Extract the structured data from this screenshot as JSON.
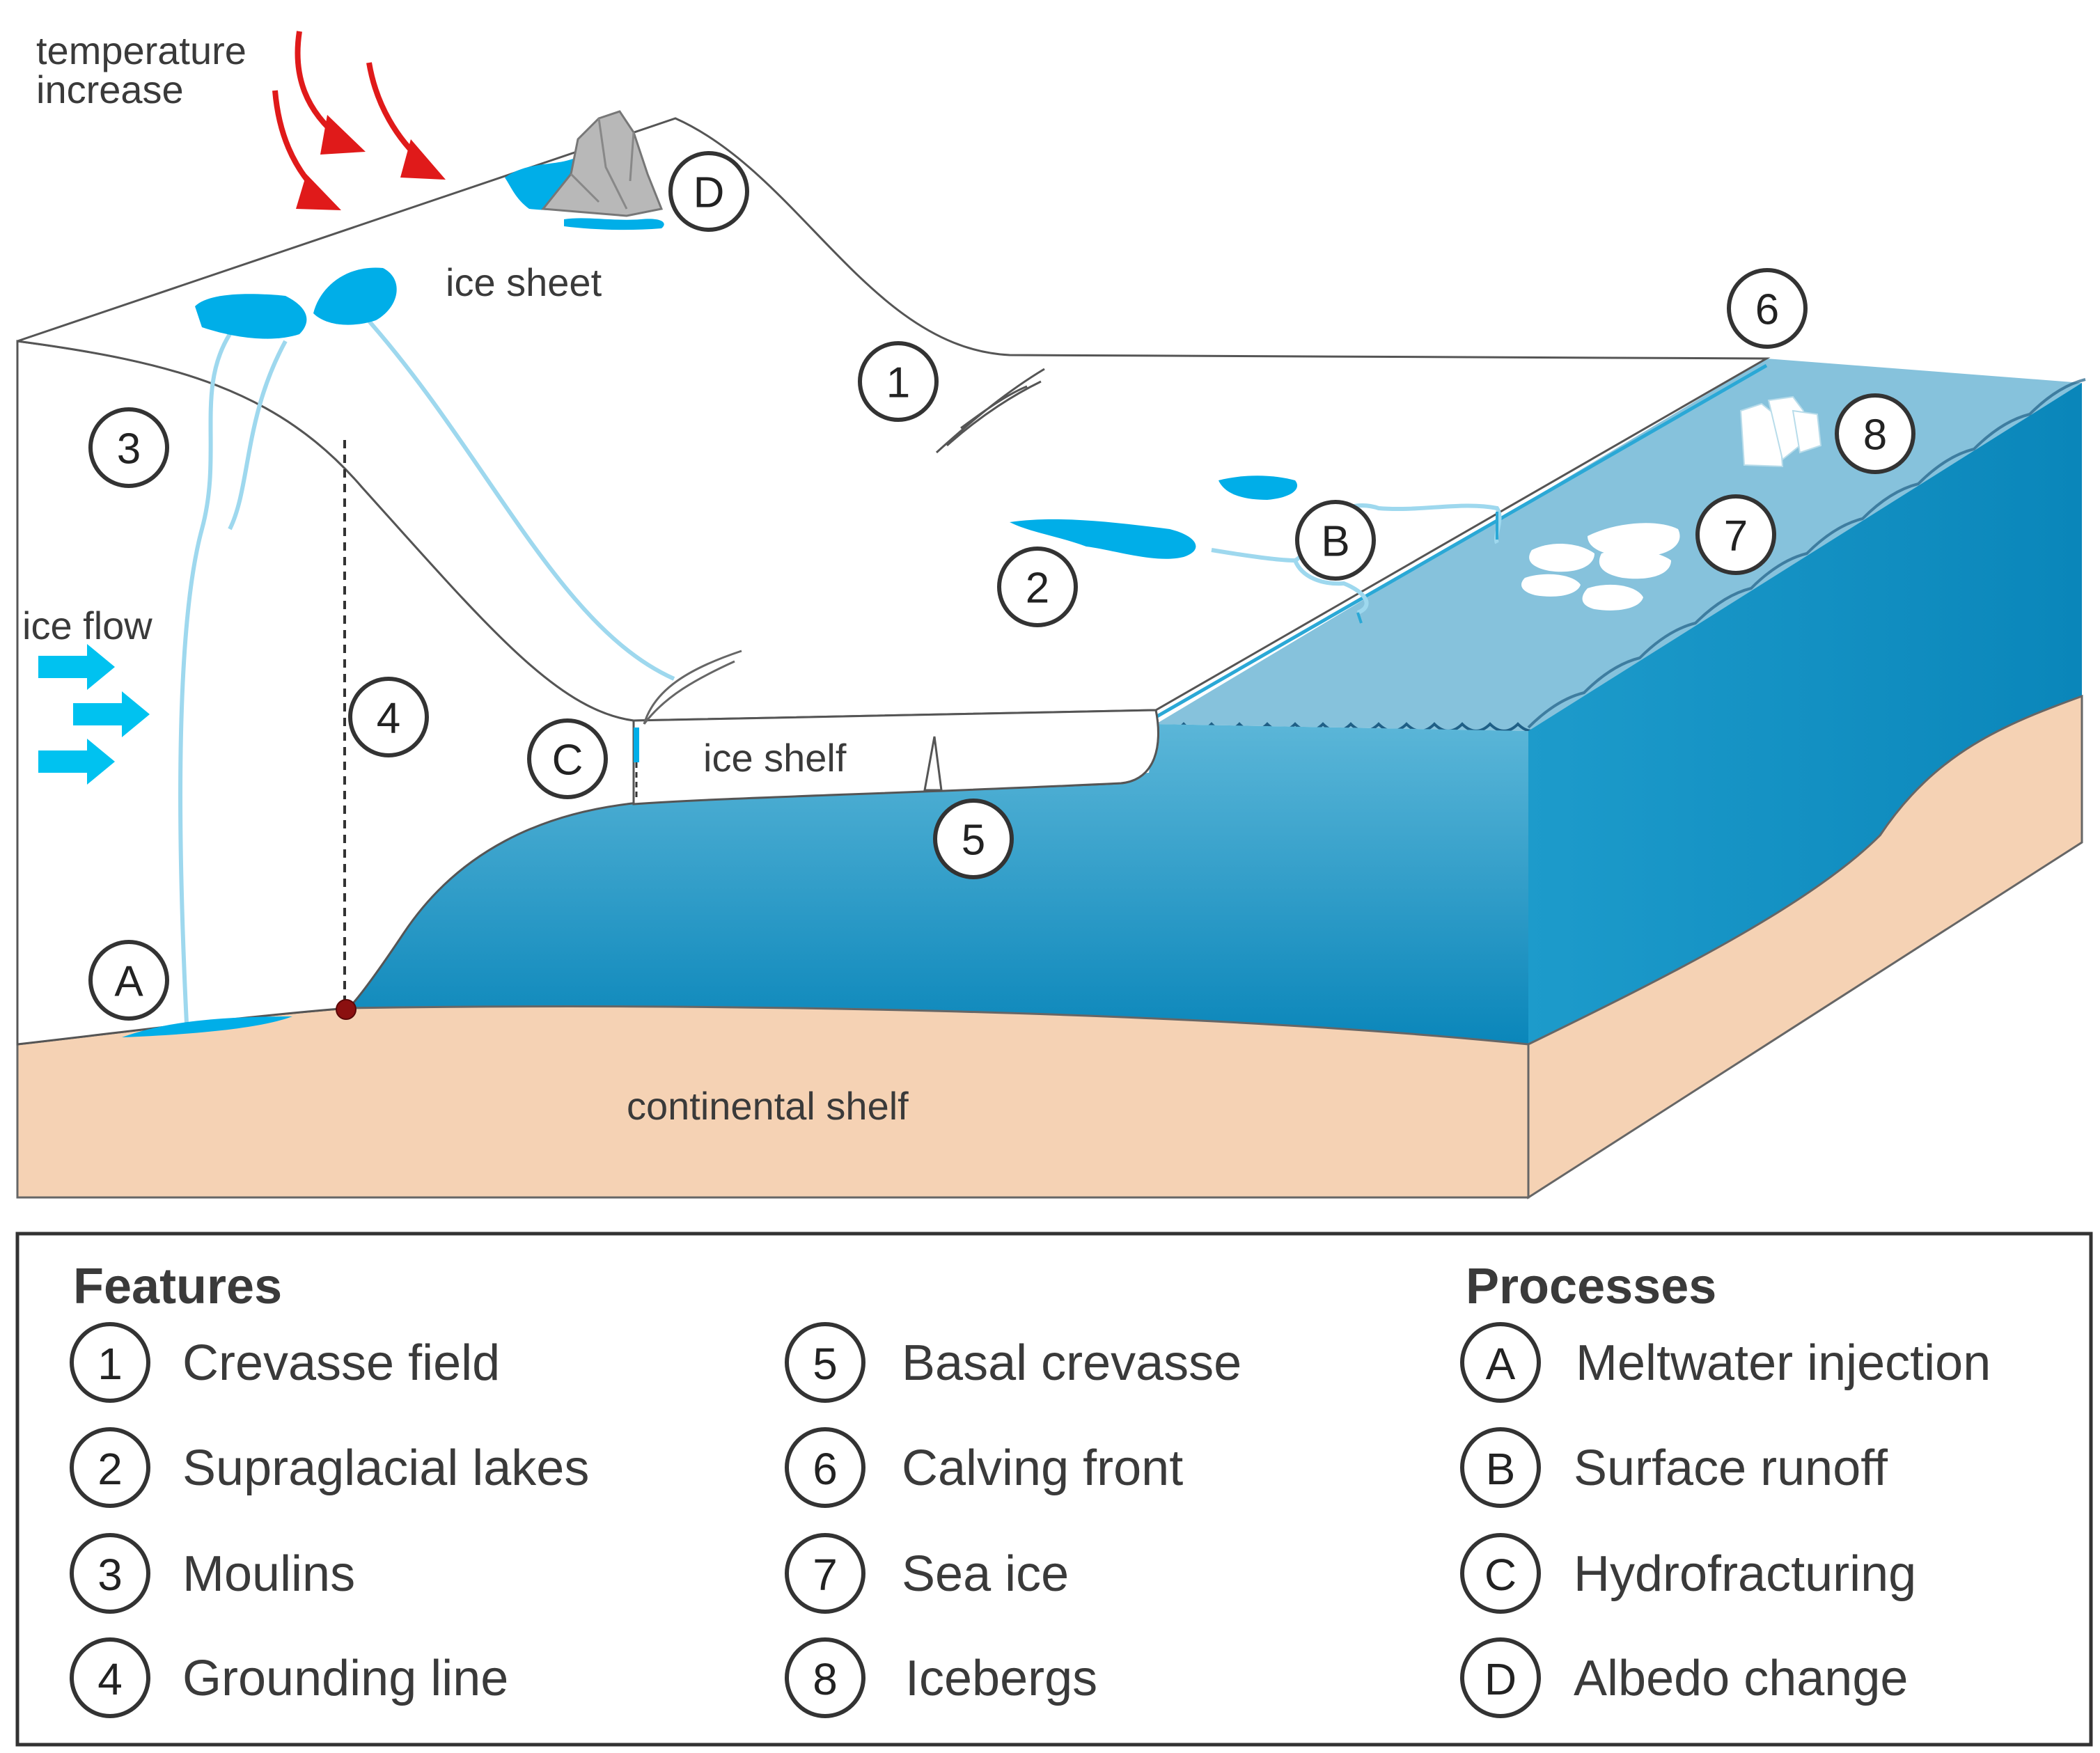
{
  "labels": {
    "temperature_line1": "temperature",
    "temperature_line2": "increase",
    "ice_sheet": "ice sheet",
    "ice_flow": "ice flow",
    "ice_shelf": "ice shelf",
    "continental_shelf": "continental shelf"
  },
  "markers": {
    "m1": "1",
    "m2": "2",
    "m3": "3",
    "m4": "4",
    "m5": "5",
    "m6": "6",
    "m7": "7",
    "m8": "8",
    "mA": "A",
    "mB": "B",
    "mC": "C",
    "mD": "D"
  },
  "legend": {
    "features_title": "Features",
    "processes_title": "Processes",
    "features": [
      {
        "num": "1",
        "label": "Crevasse field"
      },
      {
        "num": "2",
        "label": "Supraglacial lakes"
      },
      {
        "num": "3",
        "label": "Moulins"
      },
      {
        "num": "4",
        "label": "Grounding line"
      },
      {
        "num": "5",
        "label": "Basal crevasse"
      },
      {
        "num": "6",
        "label": "Calving front"
      },
      {
        "num": "7",
        "label": "Sea ice"
      },
      {
        "num": "8",
        "label": "Icebergs"
      }
    ],
    "processes": [
      {
        "num": "A",
        "label": "Meltwater injection"
      },
      {
        "num": "B",
        "label": "Surface runoff"
      },
      {
        "num": "C",
        "label": "Hydrofracturing"
      },
      {
        "num": "D",
        "label": "Albedo change"
      }
    ]
  },
  "colors": {
    "ocean_front": "#0a8fc0",
    "ocean_top": "#86c2dc",
    "sand": "#f5d2b4",
    "meltwater": "#00aee8",
    "channel": "#9ed8ee",
    "arrow_red": "#e01a1a",
    "grounding_point": "#8b1010"
  }
}
